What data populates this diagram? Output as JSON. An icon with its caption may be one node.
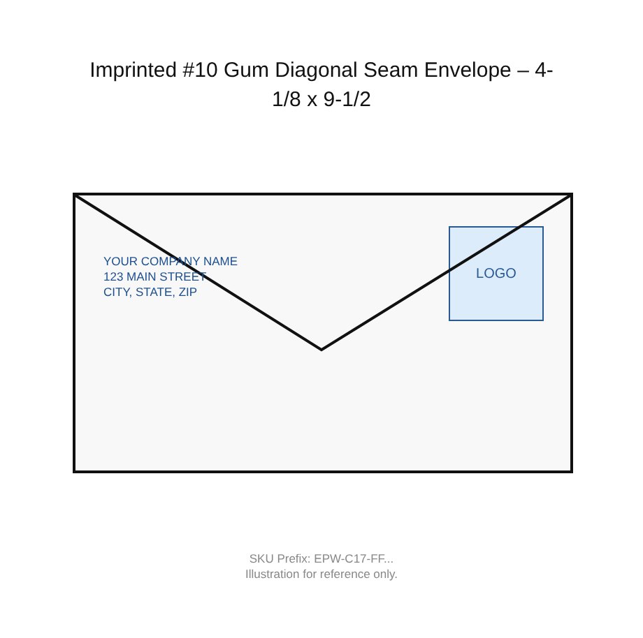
{
  "diagram": {
    "title": "Imprinted #10 Gum Diagonal Seam Envelope – 4-1/8 x 9-1/2",
    "nodes": [
      {
        "text": [],
        "shape": "box"
      },
      {
        "text": [
          "LOGO"
        ],
        "in": 0
      }
    ],
    "labels": [
      "YOUR COMPANY NAME",
      "123 MAIN STREET",
      "CITY, STATE, ZIP",
      "SKU Prefix: EPW-C17-FF...",
      "Illustration for reference only."
    ]
  }
}
